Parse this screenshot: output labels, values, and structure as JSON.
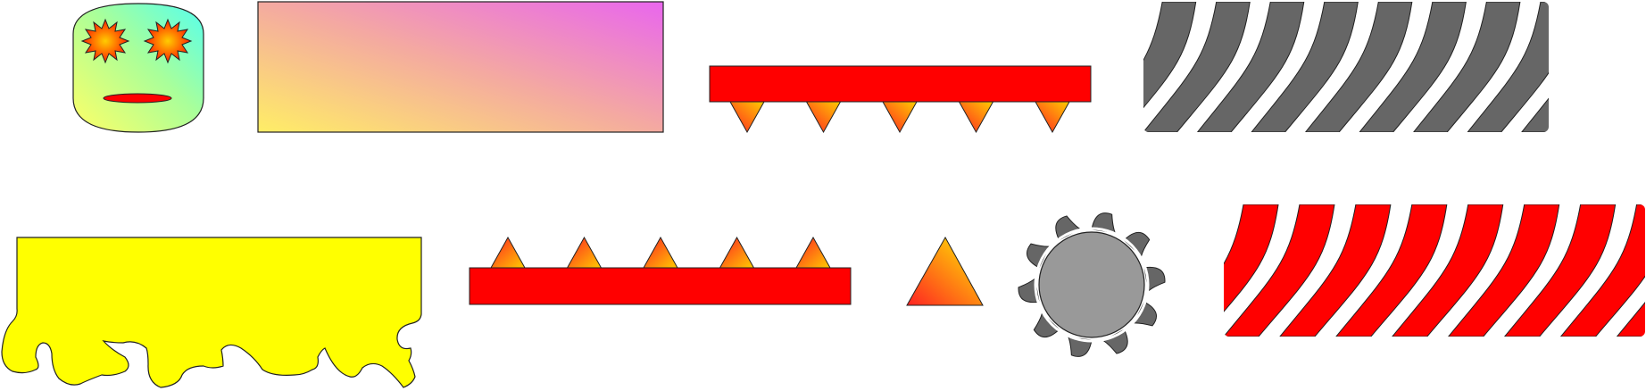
{
  "colors": {
    "background": "#ffffff",
    "outline": "#222222",
    "red": "#ff0000",
    "yellow": "#ffff00",
    "gray_dark": "#666666",
    "gray_light": "#999999",
    "face_gradient": [
      "#ffff66",
      "#99ffbb",
      "#55ffee"
    ],
    "banner_gradient": [
      "#ffee66",
      "#f2a8a8",
      "#ea66ee"
    ],
    "tooth_gradient": [
      "#ffcc00",
      "#ff2222"
    ]
  },
  "shapes": [
    {
      "name": "face-shape",
      "kind": "rounded-face",
      "fill": "face-gradient",
      "eyes": "starburst",
      "mouth": "ellipse"
    },
    {
      "name": "gradient-banner",
      "kind": "rectangle",
      "fill": "banner-gradient"
    },
    {
      "name": "red-bar-with-teeth-down",
      "kind": "bar",
      "teeth": 5,
      "teeth_direction": "down"
    },
    {
      "name": "gray-diagonal-stripes",
      "kind": "stripe-pattern",
      "fill": "gray_dark"
    },
    {
      "name": "yellow-drip-banner",
      "kind": "wavy-bottom-rectangle",
      "fill": "yellow"
    },
    {
      "name": "red-bar-with-teeth-up",
      "kind": "bar",
      "teeth": 5,
      "teeth_direction": "up"
    },
    {
      "name": "gradient-triangle",
      "kind": "triangle",
      "fill": "tooth-gradient"
    },
    {
      "name": "gray-sun-gear",
      "kind": "circle-with-petals",
      "petals": 10
    },
    {
      "name": "red-diagonal-stripes",
      "kind": "stripe-pattern",
      "fill": "red"
    }
  ]
}
